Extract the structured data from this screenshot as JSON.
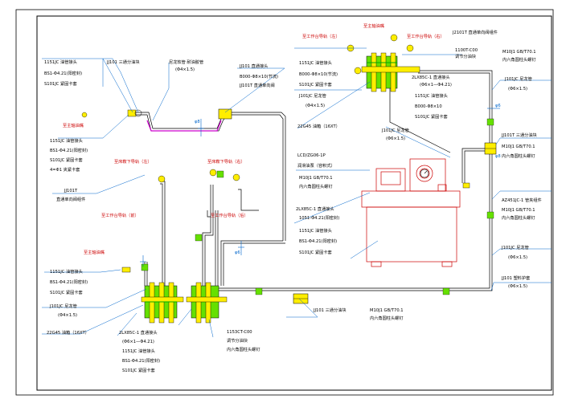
{
  "labels": {
    "top_left_1": "1151JC 油管接头",
    "top_left_2": "BS1-Φ4.21(阳密封)",
    "top_left_3": "S101JC 紧固卡套",
    "tee_top": "JJ101 三通分油块",
    "hose_top": "尼龙软管 耐油胶管",
    "hose_top_2": "(Φ4×1.5)",
    "right_top_1": "JJ101 直通接头",
    "right_top_2": "B000-Φ8×10(节流)",
    "right_top_3": "JJ101T 直通单向阀",
    "to_lube_1": "至主轴油嘴",
    "left_mid_1": "1151JC 油管接头",
    "left_mid_2": "BS1-Φ4.21(阳密封)",
    "left_mid_3": "S101JC 紧固卡套",
    "left_mid_4": "4=Φ1 夹紧卡套",
    "guide_left_l": "至床鞍下导轨（左）",
    "guide_right_r": "至床鞍下导轨（右）",
    "jj101t_left": "JJ101T",
    "jj101t_left_2": "直通单向阀组件",
    "table_left": "至工作台导轨（前）",
    "table_right": "至工作台导轨（后）",
    "to_lube_2": "至主轴油嘴",
    "bl_1": "1151JC 油管接头",
    "bl_2": "BS1-Φ4.21(阳密封)",
    "bl_3": "S101JC 紧固卡套",
    "bl_4": "J101JC 尼龙管",
    "bl_5": "(Φ4×1.5)",
    "bl_6": "22G45 油箱（16XT）",
    "bc_1": "2LX85C-1 直通接头",
    "bc_2": "(Φ6×1—Φ4.21)",
    "bc_3": "1151JC 油管接头",
    "bc_4": "BS1-Φ4.21(阳密封)",
    "bc_5": "S101JC 紧固卡套",
    "bc2_1": "1153CT-C00",
    "bc2_2": "调节分油块",
    "bc2_3": "内六角圆柱头螺钉",
    "tee_bottom": "JJ101 三通分油块",
    "bolt_bottom": "M10J1 GB/T70.1",
    "bolt_bottom_2": "内六角圆柱头螺钉",
    "guide_top_left": "至工作台导轨（左）",
    "guide_top_right": "至工作台导轨（右）",
    "tr_1": "J2101T 直通单向阀组件",
    "tr_2": "1100T-C00",
    "tr_3": "调节分油块",
    "tr_bolt": "M10J1 GB/T70.1",
    "tr_bolt_2": "内六角圆柱头螺钉",
    "tl_pump_1": "1151JC 油管接头",
    "tl_pump_2": "B000-Φ8×10(节流)",
    "tl_pump_3": "S101JC 紧固卡套",
    "tl_pump_4": "J101JC 尼龙管",
    "tl_pump_5": "(Φ4×1.5)",
    "tl_pump_6": "22G45 油箱（16XT）",
    "mid_c_1": "2LX85C-1 直通接头",
    "mid_c_2": "(Φ6×1—Φ4.21)",
    "mid_c_3": "1151JC 油管接头",
    "mid_c_4": "B000-Φ8×10",
    "mid_c_5": "S101JC 紧固卡套",
    "hose_mid": "J101JC 尼龙管",
    "hose_mid_2": "(Φ6×1.5)",
    "pump_1": "LCD/ZG06-1P",
    "pump_2": "润滑油泵（容积式）",
    "pump_3": "M10J1 GB/T70.1",
    "pump_4": "内六角圆柱头螺钉",
    "pump_5": "2LX85C-1 直通接头",
    "pump_6": "1051-Φ4.21(阳密封)",
    "pump_7": "1151JC 油管接头",
    "pump_8": "BS1-Φ4.21(阳密封)",
    "pump_9": "S101JC 紧固卡套",
    "r_1": "J101JC 尼龙管",
    "r_2": "(Φ6×1.5)",
    "r_3": "JJ101T 三通分油块",
    "r_4": "M10J1 GB/T70.1",
    "r_5": "内六角圆柱头螺钉",
    "r_6": "AZ451JC-1 管夹组件",
    "r_7": "M10J1 GB/T70.1",
    "r_8": "内六角圆柱头螺钉",
    "r_9": "J101JC 尼龙管",
    "r_10": "(Φ6×1.5)",
    "r_11": "JJ101 塑料护套",
    "r_12": "(Φ6×1.5)",
    "to_lube_top": "至主轴油嘴",
    "dim_1": "φ8",
    "dim_2": "φ6",
    "dim_3": "φ6",
    "dim_4": "φ8"
  }
}
